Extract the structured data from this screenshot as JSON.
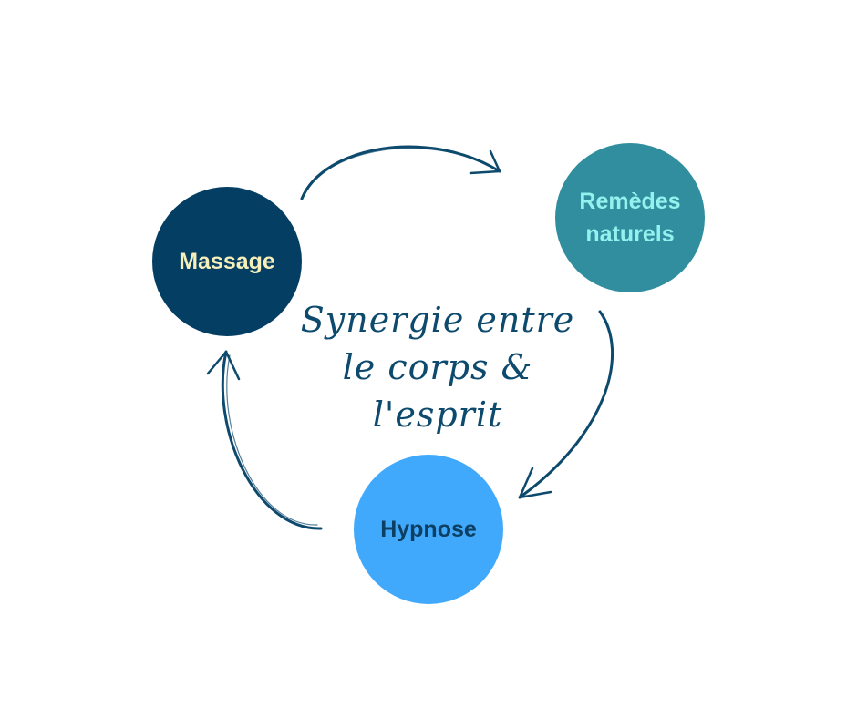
{
  "diagram": {
    "center_text": "Synergie entre\nle corps & l'esprit",
    "nodes": {
      "massage": {
        "label": "Massage"
      },
      "remedes": {
        "label": "Remèdes\nnaturels"
      },
      "hypnose": {
        "label": "Hypnose"
      }
    },
    "colors": {
      "massage_fill": "#053e63",
      "massage_text": "#f6efba",
      "remedes_fill": "#318e9f",
      "remedes_text": "#94f2ee",
      "hypnose_fill": "#41a9fc",
      "hypnose_text": "#0d3f63",
      "arrow": "#0d4a6d"
    },
    "flow": [
      "Massage",
      "Remèdes naturels",
      "Hypnose"
    ]
  }
}
